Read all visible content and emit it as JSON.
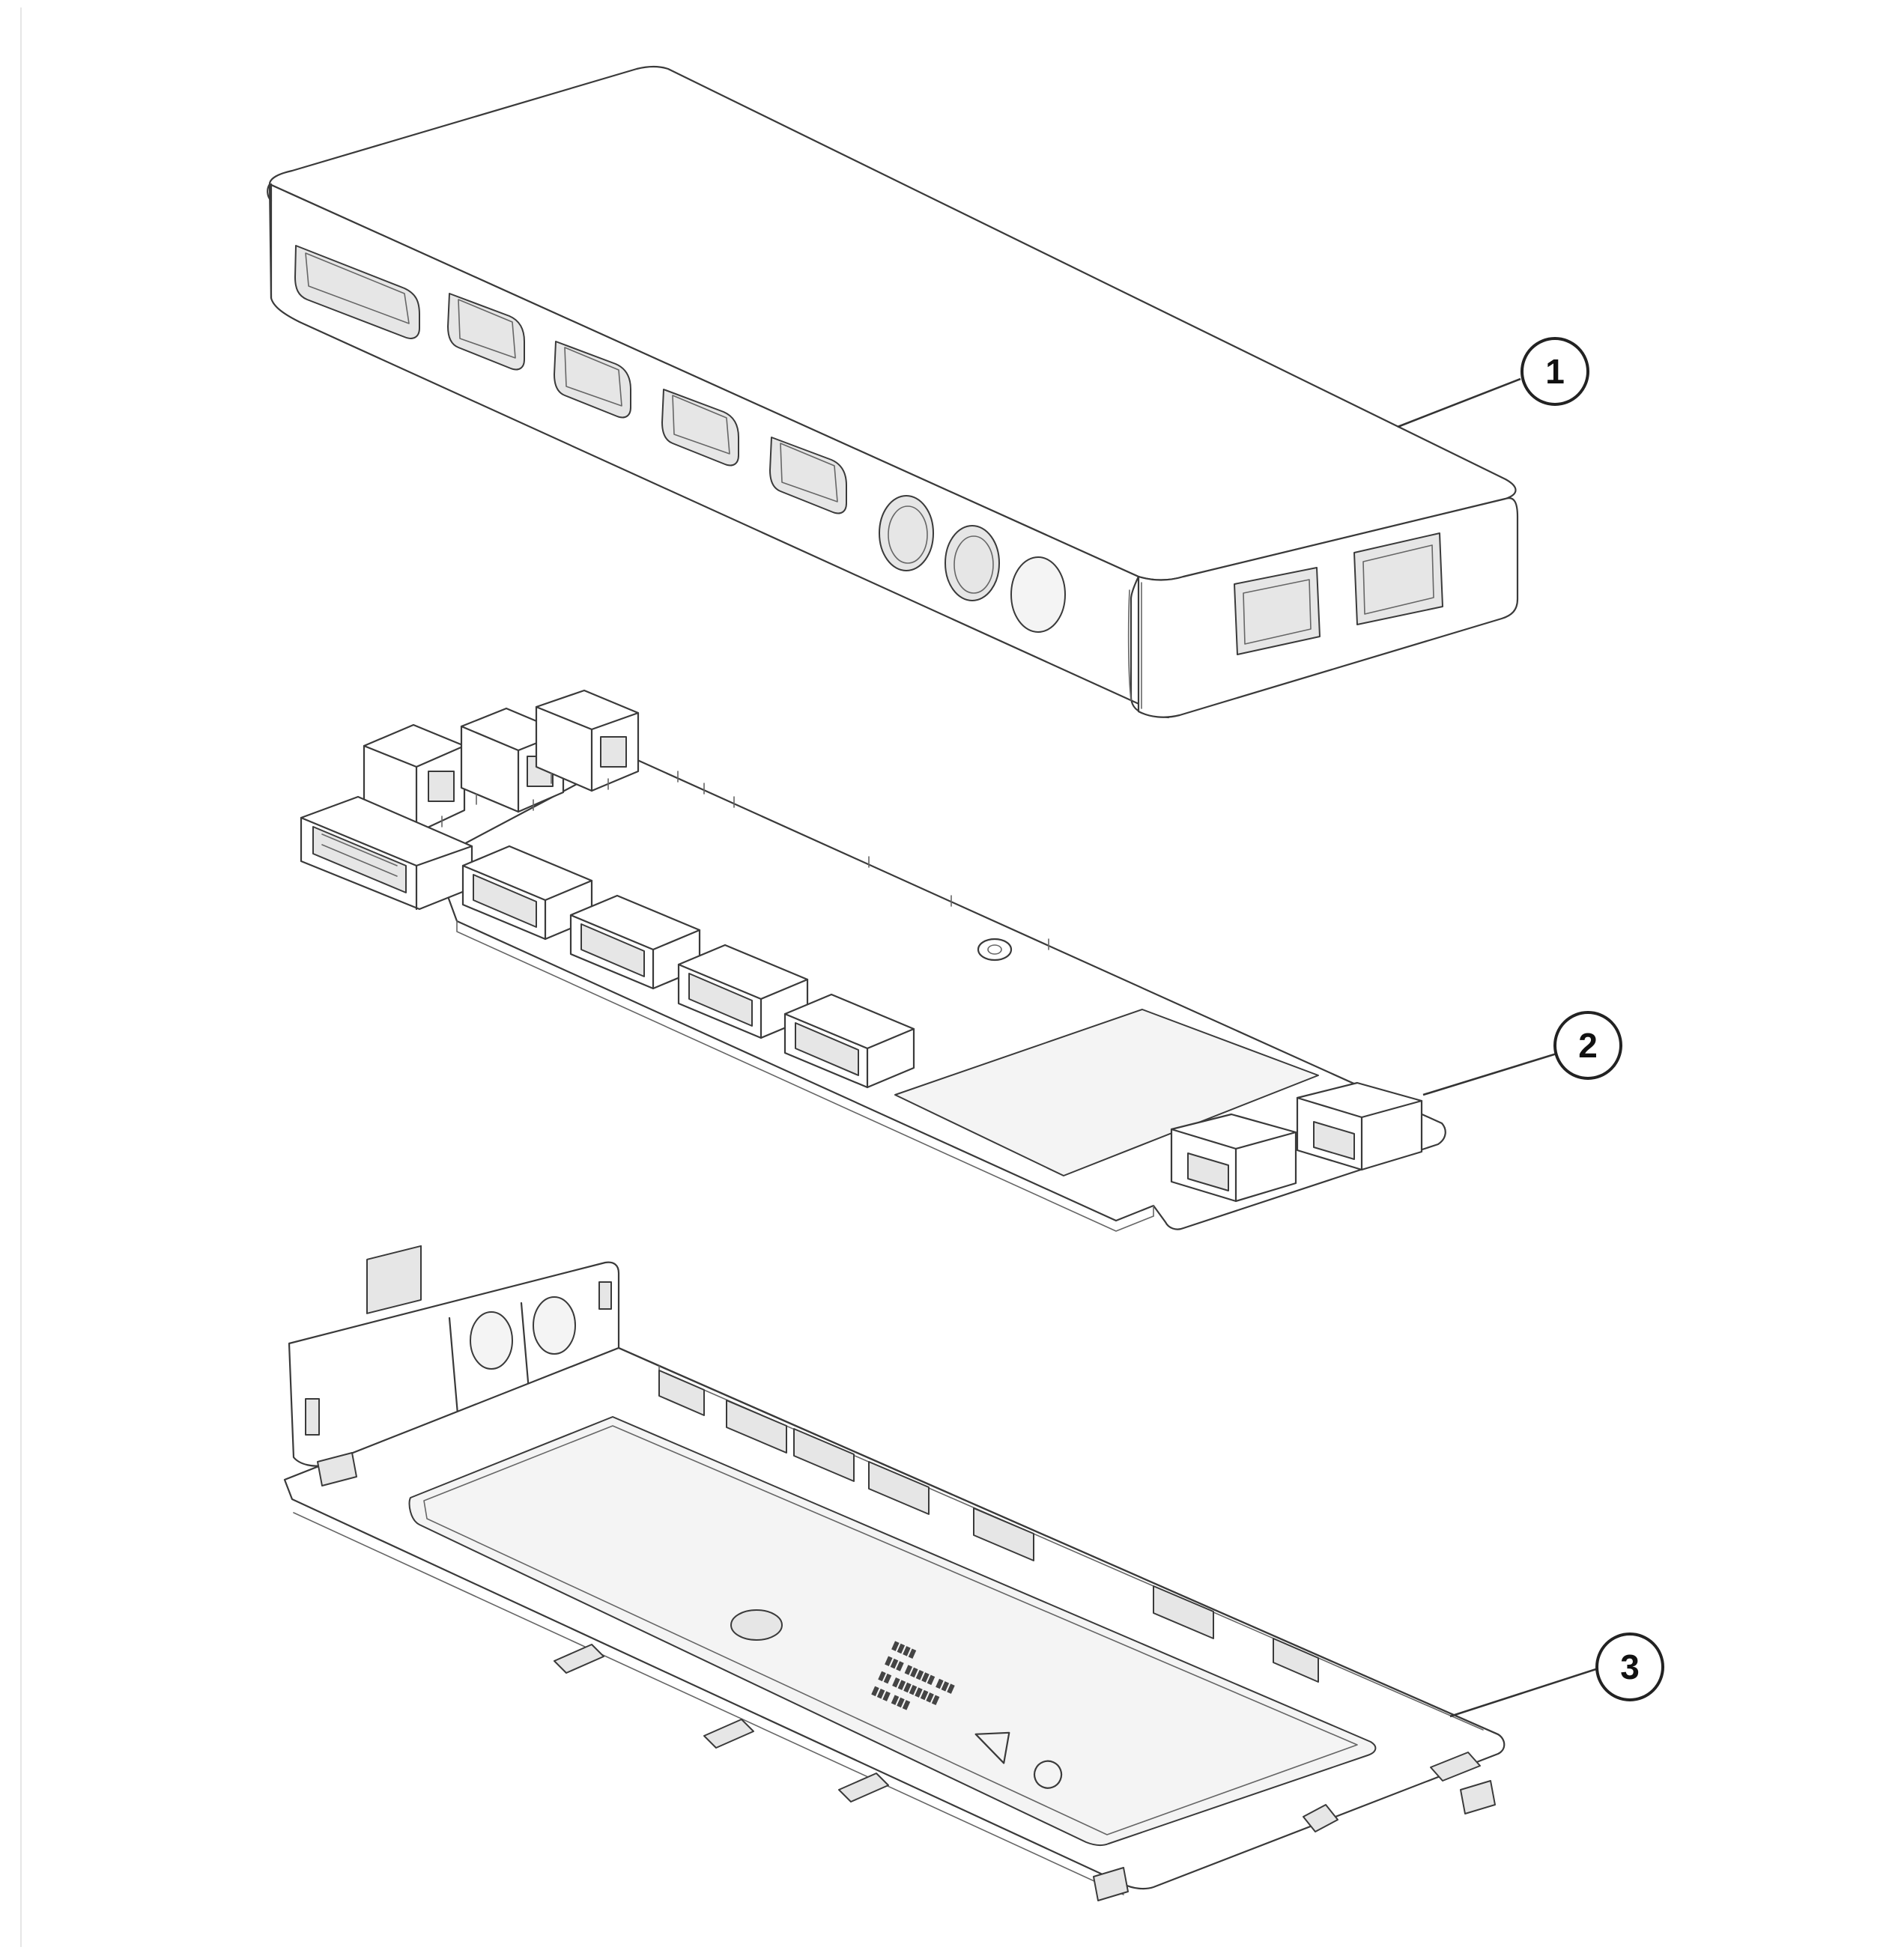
{
  "callouts": [
    {
      "label": "1"
    },
    {
      "label": "2"
    },
    {
      "label": "3"
    }
  ],
  "parts": [
    "top-housing",
    "circuit-board",
    "bottom-tray"
  ]
}
